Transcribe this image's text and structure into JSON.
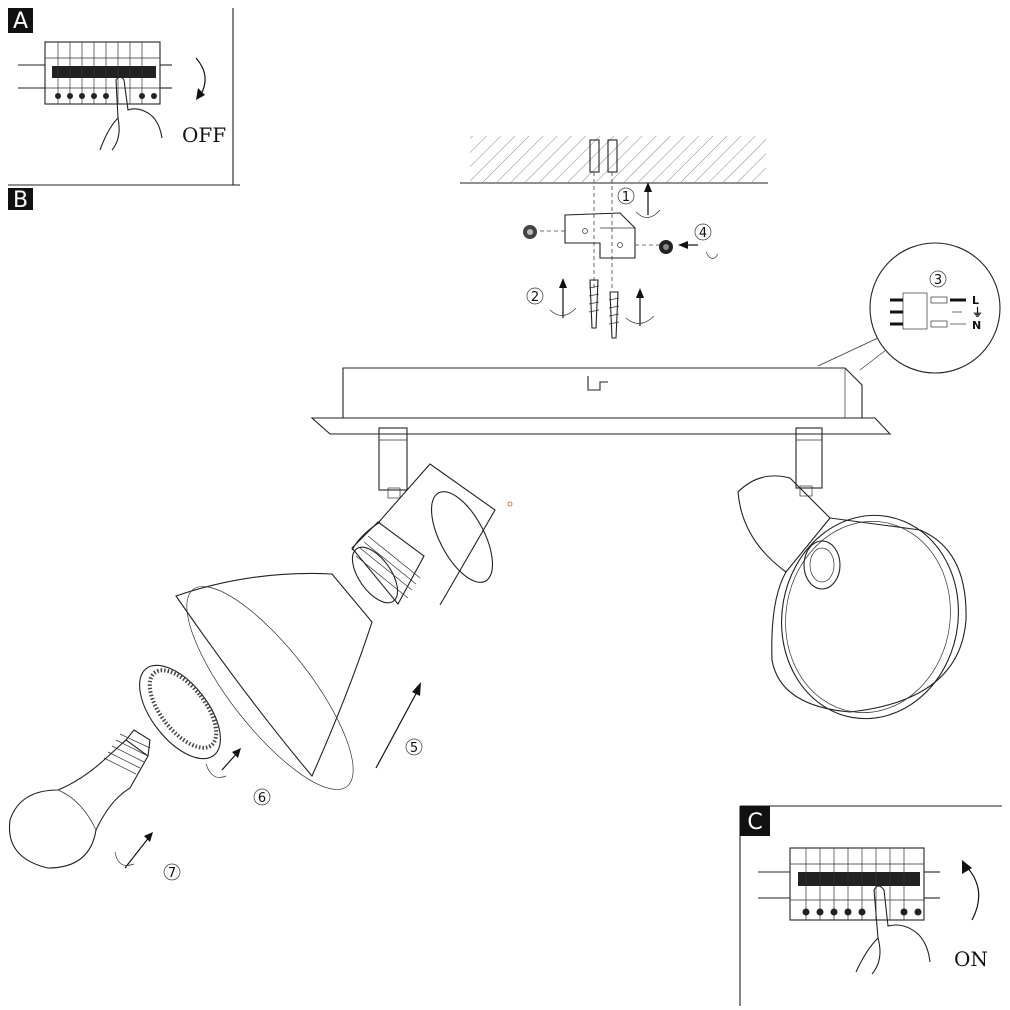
{
  "panels": {
    "a": {
      "label": "A",
      "state_text": "OFF"
    },
    "b": {
      "label": "B"
    },
    "c": {
      "label": "C",
      "state_text": "ON"
    }
  },
  "steps": [
    "1",
    "2",
    "3",
    "4",
    "5",
    "6",
    "7"
  ],
  "wiring": {
    "live": "L",
    "earth": "⏚",
    "neutral": "N"
  },
  "colors": {
    "line": "#222222",
    "panel_label_bg": "#111111",
    "dot_accent": "#e05020"
  }
}
